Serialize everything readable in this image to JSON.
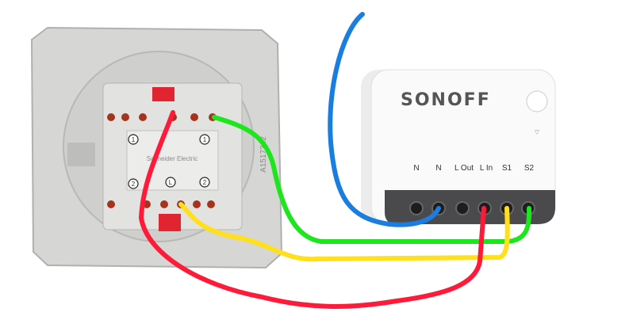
{
  "switch": {
    "brand": "Schneider Electric",
    "model": "A1517302",
    "terminal_marks": [
      "1",
      "2",
      "1",
      "2",
      "L"
    ]
  },
  "module": {
    "brand": "SONOFF",
    "terminals": [
      "N",
      "N",
      "L Out",
      "L In",
      "S1",
      "S2"
    ]
  },
  "wires": [
    {
      "name": "neutral",
      "color": "#1a7de0"
    },
    {
      "name": "live",
      "color": "#ff1a3a"
    },
    {
      "name": "s1",
      "color": "#ffe01a"
    },
    {
      "name": "s2",
      "color": "#1ee61e"
    }
  ]
}
